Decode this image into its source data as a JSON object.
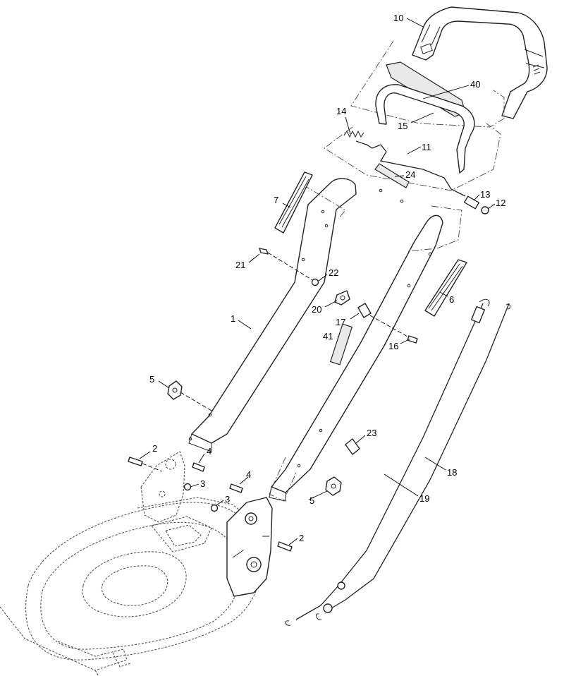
{
  "callouts": {
    "c1": "1",
    "c2a": "2",
    "c2b": "2",
    "c3a": "3",
    "c3b": "3",
    "c4a": "4",
    "c4b": "4",
    "c5a": "5",
    "c5b": "5",
    "c6": "6",
    "c7": "7",
    "c10": "10",
    "c11": "11",
    "c12": "12",
    "c13": "13",
    "c14": "14",
    "c15": "15",
    "c16": "16",
    "c17": "17",
    "c18": "18",
    "c19": "19",
    "c20": "20",
    "c21": "21",
    "c22": "22",
    "c23": "23",
    "c24": "24",
    "c40": "40",
    "c41": "41"
  }
}
